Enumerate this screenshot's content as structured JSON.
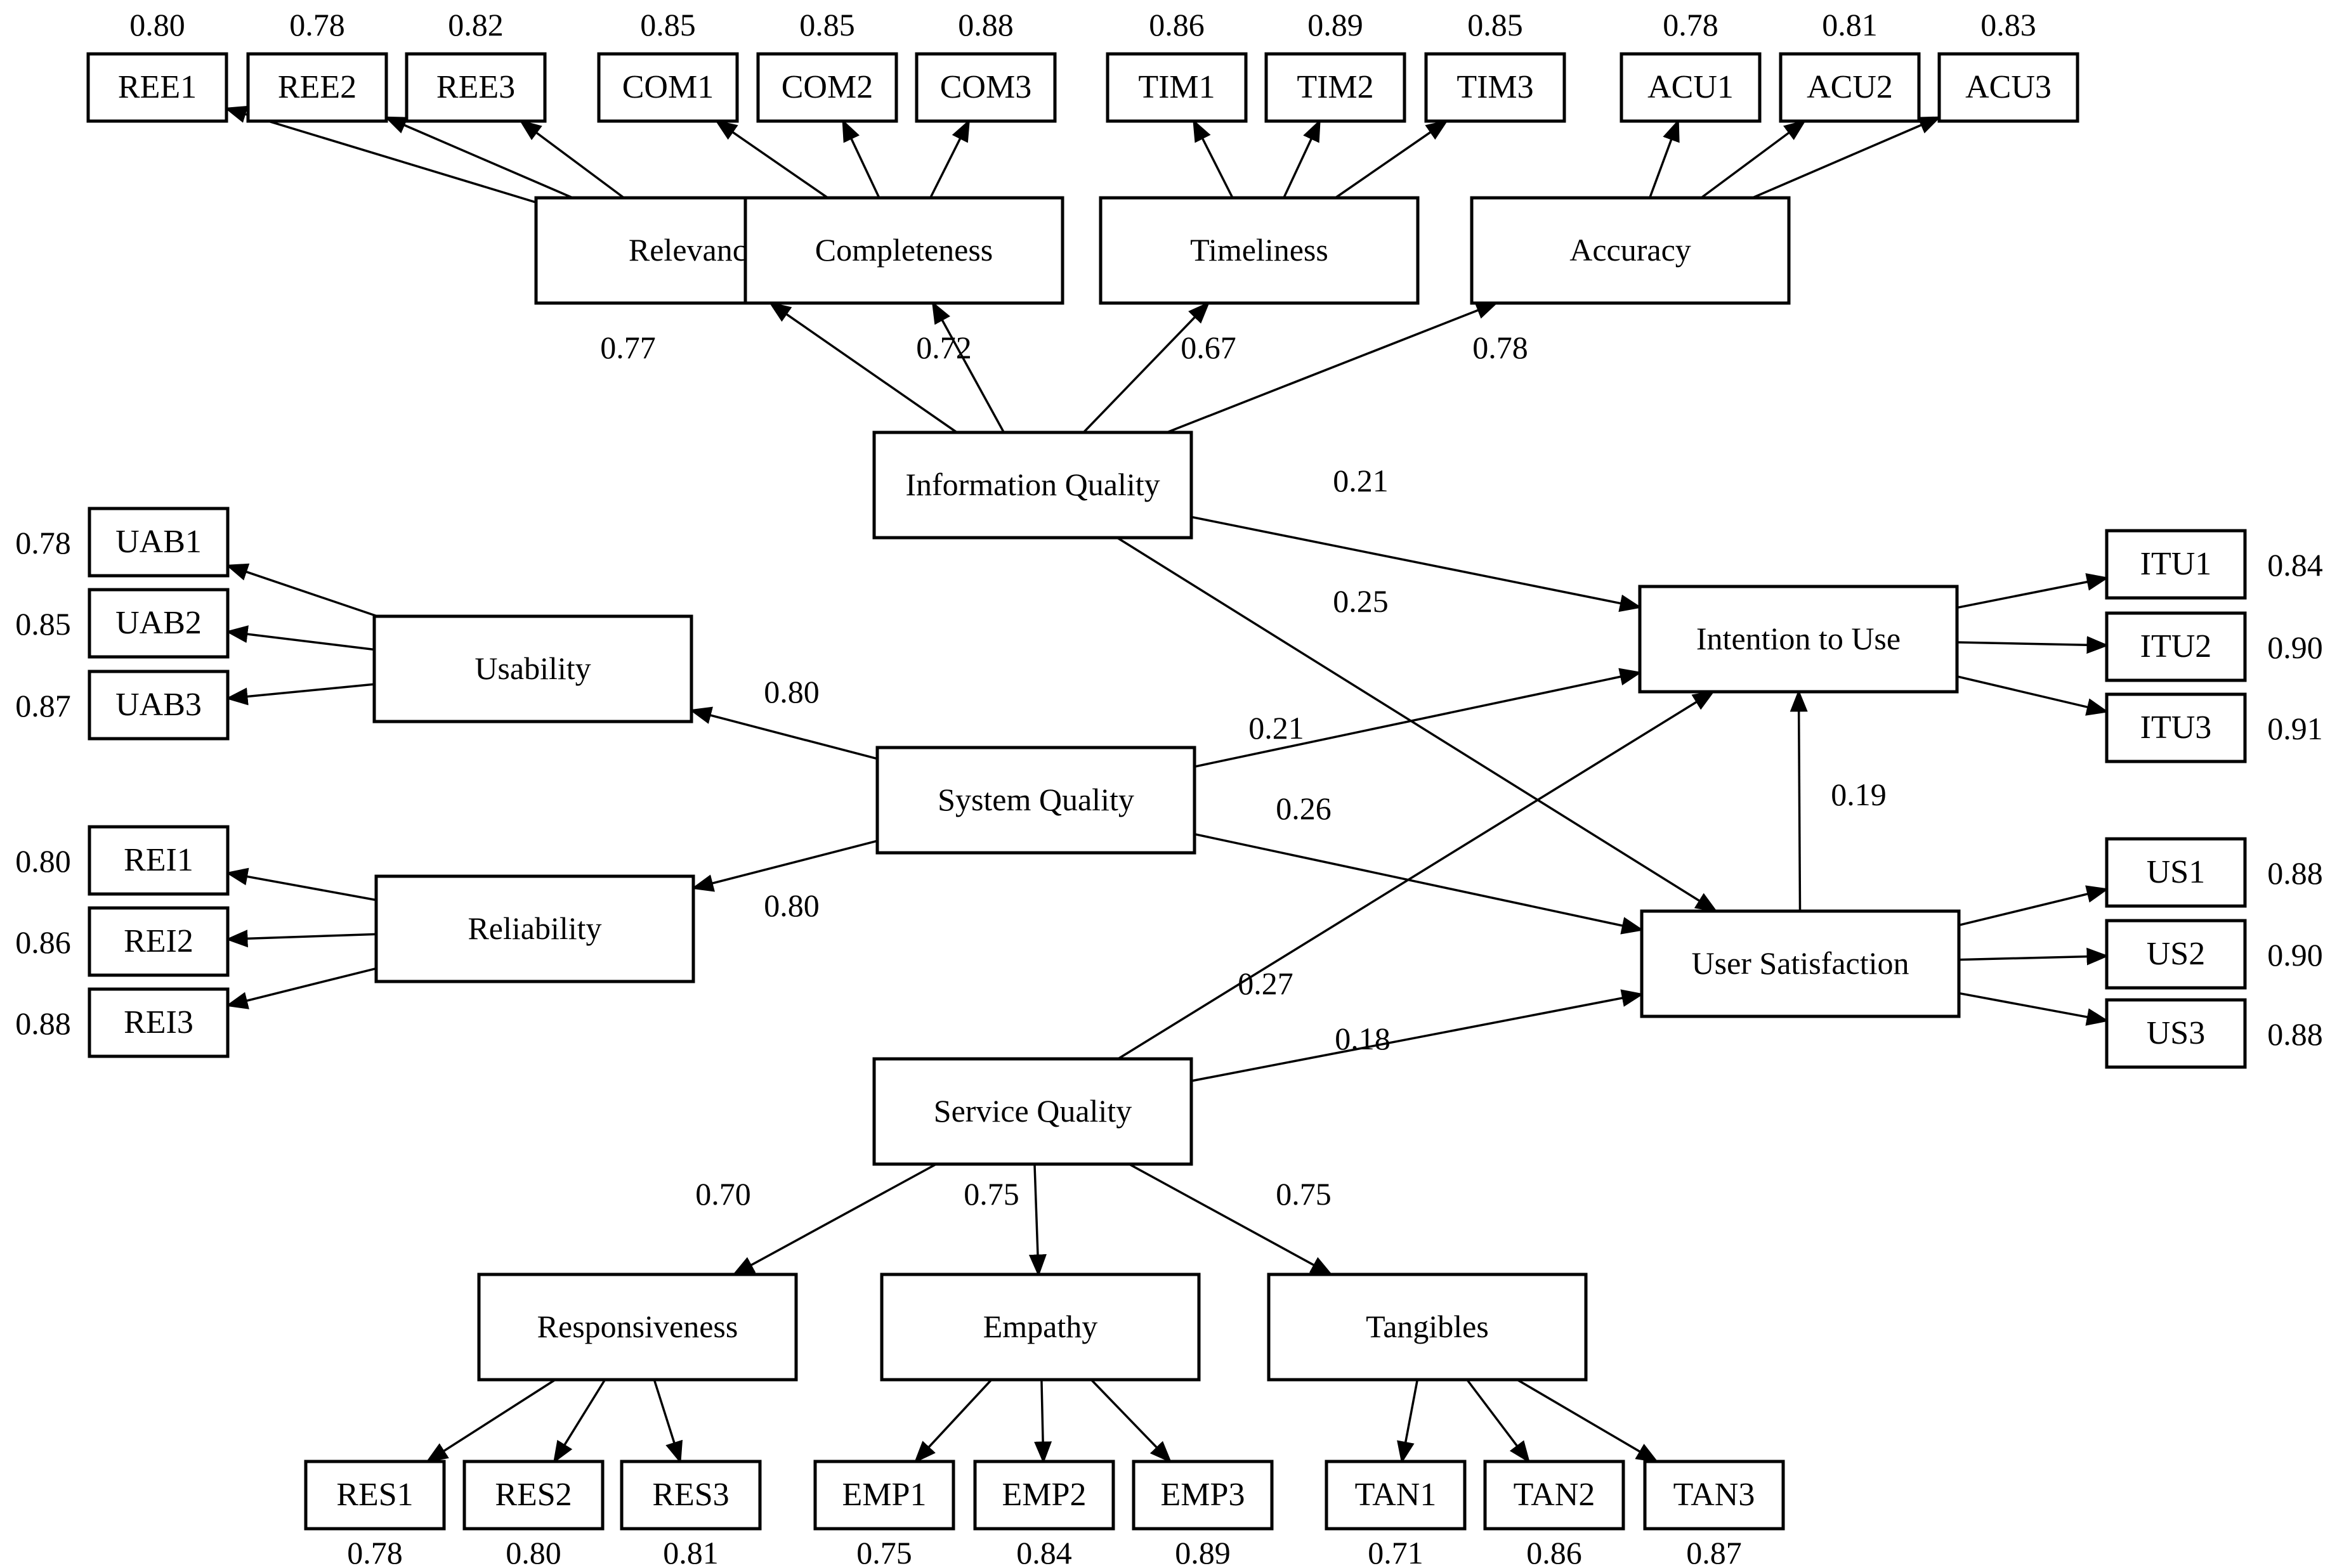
{
  "constructs": [
    {
      "id": "IQ",
      "label": "Information Quality"
    },
    {
      "id": "SQ",
      "label": "System Quality"
    },
    {
      "id": "SVQ",
      "label": "Service Quality"
    },
    {
      "id": "ITU",
      "label": "Intention to Use"
    },
    {
      "id": "US",
      "label": "User Satisfaction"
    },
    {
      "id": "REL",
      "label": "Relevance"
    },
    {
      "id": "COMP",
      "label": "Completeness"
    },
    {
      "id": "TIME",
      "label": "Timeliness"
    },
    {
      "id": "ACC",
      "label": "Accuracy"
    },
    {
      "id": "USAB",
      "label": "Usability"
    },
    {
      "id": "RELI",
      "label": "Reliability"
    },
    {
      "id": "RESP",
      "label": "Responsiveness"
    },
    {
      "id": "EMP",
      "label": "Empathy"
    },
    {
      "id": "TAN",
      "label": "Tangibles"
    }
  ],
  "indicators": [
    {
      "id": "REE1",
      "label": "REE1",
      "loading": "0.80"
    },
    {
      "id": "REE2",
      "label": "REE2",
      "loading": "0.78"
    },
    {
      "id": "REE3",
      "label": "REE3",
      "loading": "0.82"
    },
    {
      "id": "COM1",
      "label": "COM1",
      "loading": "0.85"
    },
    {
      "id": "COM2",
      "label": "COM2",
      "loading": "0.85"
    },
    {
      "id": "COM3",
      "label": "COM3",
      "loading": "0.88"
    },
    {
      "id": "TIM1",
      "label": "TIM1",
      "loading": "0.86"
    },
    {
      "id": "TIM2",
      "label": "TIM2",
      "loading": "0.89"
    },
    {
      "id": "TIM3",
      "label": "TIM3",
      "loading": "0.85"
    },
    {
      "id": "ACU1",
      "label": "ACU1",
      "loading": "0.78"
    },
    {
      "id": "ACU2",
      "label": "ACU2",
      "loading": "0.81"
    },
    {
      "id": "ACU3",
      "label": "ACU3",
      "loading": "0.83"
    },
    {
      "id": "UAB1",
      "label": "UAB1",
      "loading": "0.78"
    },
    {
      "id": "UAB2",
      "label": "UAB2",
      "loading": "0.85"
    },
    {
      "id": "UAB3",
      "label": "UAB3",
      "loading": "0.87"
    },
    {
      "id": "REI1",
      "label": "REI1",
      "loading": "0.80"
    },
    {
      "id": "REI2",
      "label": "REI2",
      "loading": "0.86"
    },
    {
      "id": "REI3",
      "label": "REI3",
      "loading": "0.88"
    },
    {
      "id": "ITU1",
      "label": "ITU1",
      "loading": "0.84"
    },
    {
      "id": "ITU2",
      "label": "ITU2",
      "loading": "0.90"
    },
    {
      "id": "ITU3",
      "label": "ITU3",
      "loading": "0.91"
    },
    {
      "id": "US1",
      "label": "US1",
      "loading": "0.88"
    },
    {
      "id": "US2",
      "label": "US2",
      "loading": "0.90"
    },
    {
      "id": "US3",
      "label": "US3",
      "loading": "0.88"
    },
    {
      "id": "RES1",
      "label": "RES1",
      "loading": "0.78"
    },
    {
      "id": "RES2",
      "label": "RES2",
      "loading": "0.80"
    },
    {
      "id": "RES3",
      "label": "RES3",
      "loading": "0.81"
    },
    {
      "id": "EMP1",
      "label": "EMP1",
      "loading": "0.75"
    },
    {
      "id": "EMP2",
      "label": "EMP2",
      "loading": "0.84"
    },
    {
      "id": "EMP3",
      "label": "EMP3",
      "loading": "0.89"
    },
    {
      "id": "TAN1",
      "label": "TAN1",
      "loading": "0.71"
    },
    {
      "id": "TAN2",
      "label": "TAN2",
      "loading": "0.86"
    },
    {
      "id": "TAN3",
      "label": "TAN3",
      "loading": "0.87"
    }
  ],
  "structural_paths": [
    {
      "from": "IQ",
      "to": "REL",
      "coef": "0.77"
    },
    {
      "from": "IQ",
      "to": "COMP",
      "coef": "0.72"
    },
    {
      "from": "IQ",
      "to": "TIME",
      "coef": "0.67"
    },
    {
      "from": "IQ",
      "to": "ACC",
      "coef": "0.78"
    },
    {
      "from": "IQ",
      "to": "ITU",
      "coef": "0.21"
    },
    {
      "from": "IQ",
      "to": "US",
      "coef": "0.25"
    },
    {
      "from": "SQ",
      "to": "USAB",
      "coef": "0.80"
    },
    {
      "from": "SQ",
      "to": "RELI",
      "coef": "0.80"
    },
    {
      "from": "SQ",
      "to": "ITU",
      "coef": "0.21"
    },
    {
      "from": "SQ",
      "to": "US",
      "coef": "0.26"
    },
    {
      "from": "SVQ",
      "to": "ITU",
      "coef": "0.27"
    },
    {
      "from": "SVQ",
      "to": "US",
      "coef": "0.18"
    },
    {
      "from": "SVQ",
      "to": "RESP",
      "coef": "0.70"
    },
    {
      "from": "SVQ",
      "to": "EMP",
      "coef": "0.75"
    },
    {
      "from": "SVQ",
      "to": "TAN",
      "coef": "0.75"
    },
    {
      "from": "US",
      "to": "ITU",
      "coef": "0.19"
    }
  ],
  "measurement_paths": [
    {
      "from": "REL",
      "to": "REE1"
    },
    {
      "from": "REL",
      "to": "REE2"
    },
    {
      "from": "REL",
      "to": "REE3"
    },
    {
      "from": "COMP",
      "to": "COM1"
    },
    {
      "from": "COMP",
      "to": "COM2"
    },
    {
      "from": "COMP",
      "to": "COM3"
    },
    {
      "from": "TIME",
      "to": "TIM1"
    },
    {
      "from": "TIME",
      "to": "TIM2"
    },
    {
      "from": "TIME",
      "to": "TIM3"
    },
    {
      "from": "ACC",
      "to": "ACU1"
    },
    {
      "from": "ACC",
      "to": "ACU2"
    },
    {
      "from": "ACC",
      "to": "ACU3"
    },
    {
      "from": "USAB",
      "to": "UAB1"
    },
    {
      "from": "USAB",
      "to": "UAB2"
    },
    {
      "from": "USAB",
      "to": "UAB3"
    },
    {
      "from": "RELI",
      "to": "REI1"
    },
    {
      "from": "RELI",
      "to": "REI2"
    },
    {
      "from": "RELI",
      "to": "REI3"
    },
    {
      "from": "ITU",
      "to": "ITU1"
    },
    {
      "from": "ITU",
      "to": "ITU2"
    },
    {
      "from": "ITU",
      "to": "ITU3"
    },
    {
      "from": "US",
      "to": "US1"
    },
    {
      "from": "US",
      "to": "US2"
    },
    {
      "from": "US",
      "to": "US3"
    },
    {
      "from": "RESP",
      "to": "RES1"
    },
    {
      "from": "RESP",
      "to": "RES2"
    },
    {
      "from": "RESP",
      "to": "RES3"
    },
    {
      "from": "EMP",
      "to": "EMP1"
    },
    {
      "from": "EMP",
      "to": "EMP2"
    },
    {
      "from": "EMP",
      "to": "EMP3"
    },
    {
      "from": "TAN",
      "to": "TAN1"
    },
    {
      "from": "TAN",
      "to": "TAN2"
    },
    {
      "from": "TAN",
      "to": "TAN3"
    }
  ]
}
